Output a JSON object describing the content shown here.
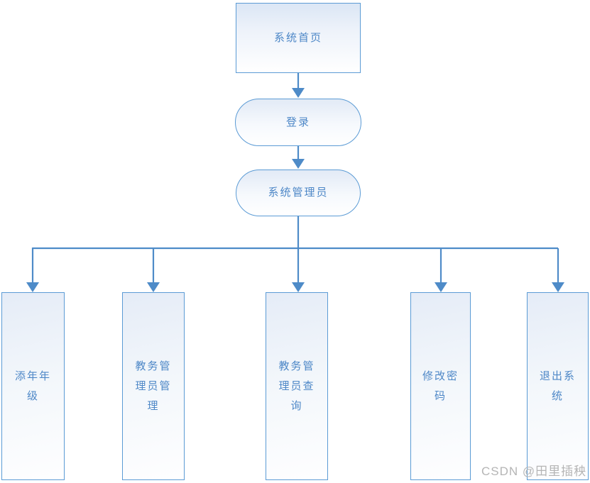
{
  "flowchart": {
    "root": {
      "label": "系统首页",
      "shape": "rectangle"
    },
    "level2": {
      "label": "登录",
      "shape": "stadium"
    },
    "level3": {
      "label": "系统管理员",
      "shape": "stadium"
    },
    "leaves": [
      {
        "label": "添年年\n级"
      },
      {
        "label": "教务管\n理员管\n理"
      },
      {
        "label": "教务管\n理员查\n询"
      },
      {
        "label": "修改密\n码"
      },
      {
        "label": "退出系\n统"
      }
    ]
  },
  "watermark": {
    "text": "CSDN @田里插秧"
  },
  "colors": {
    "line": "#4e8bc8",
    "border": "#5b9bd5",
    "text": "#4d87c7",
    "watermark": "#b5b5b5",
    "node_fill_top": "#dbe6f5",
    "node_fill_bottom": "#ffffff"
  }
}
